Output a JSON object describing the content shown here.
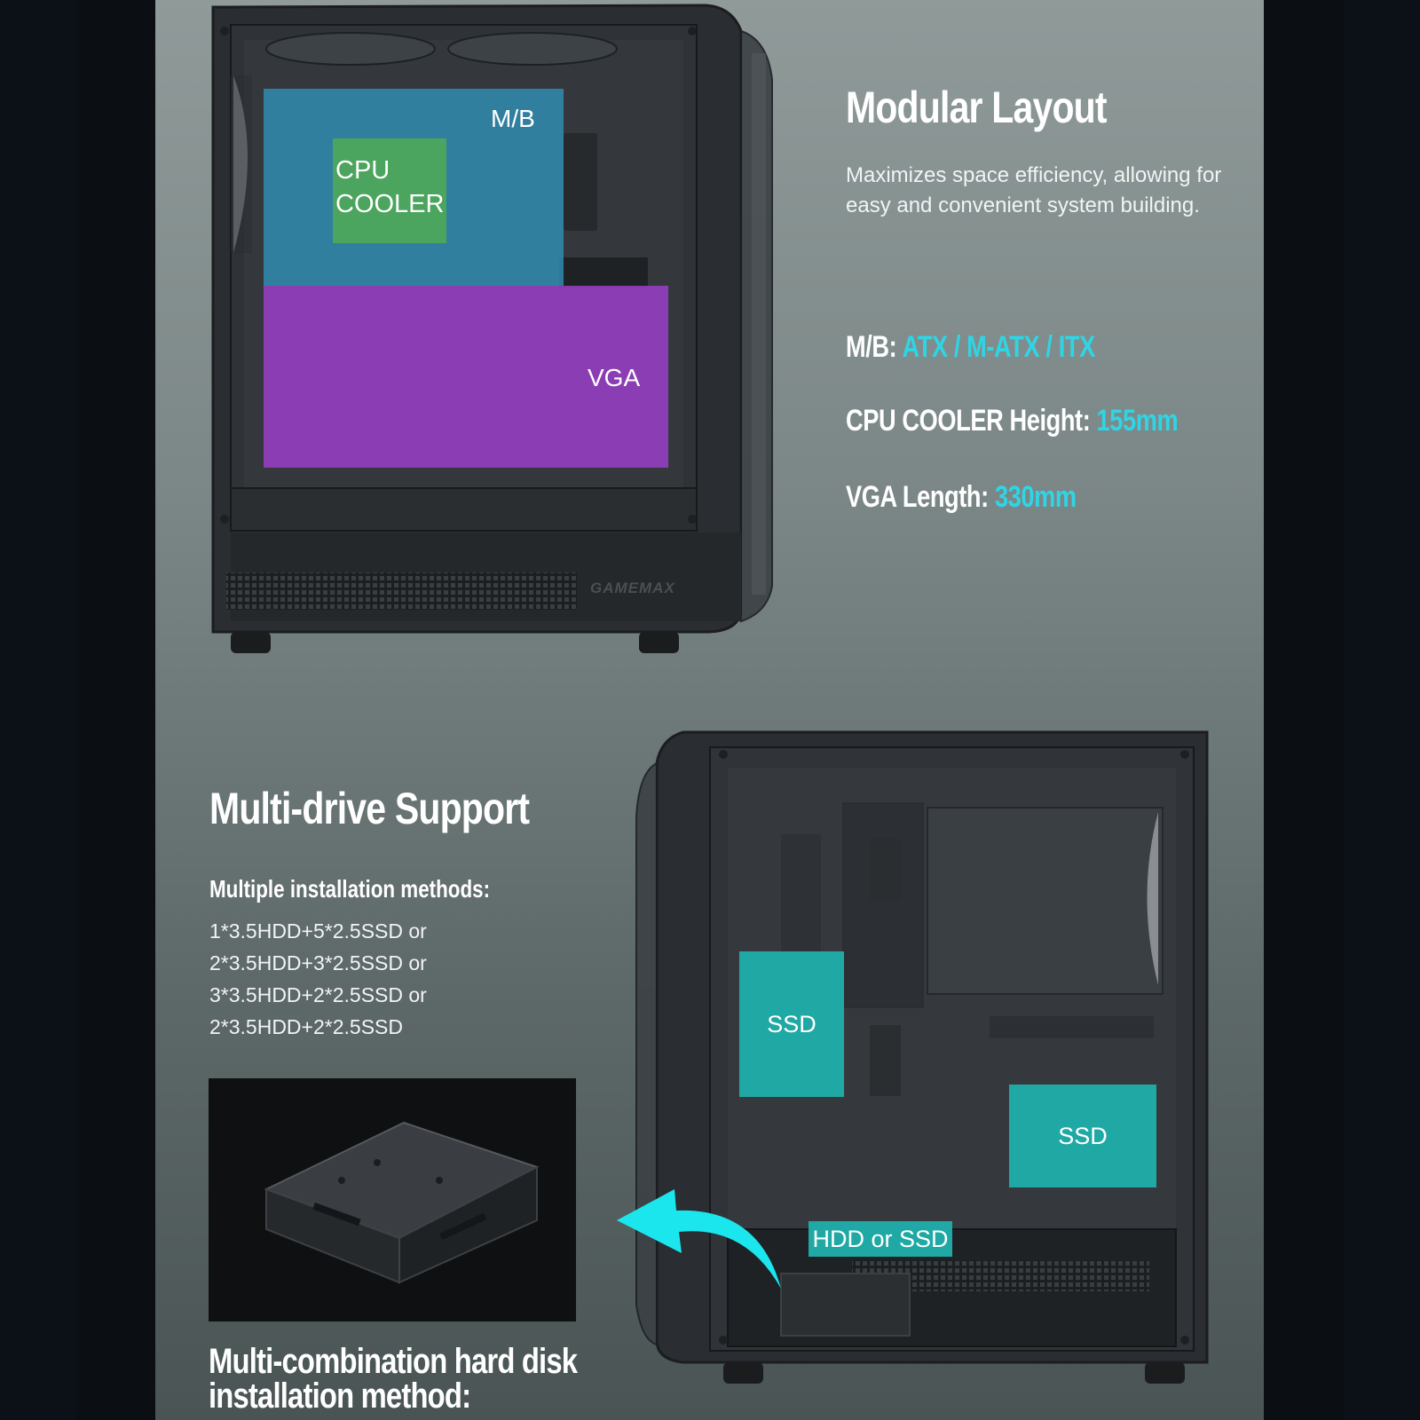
{
  "modular": {
    "title": "Modular Layout",
    "description": "Maximizes space efficiency, allowing for easy and convenient system building.",
    "zones": {
      "mb": "M/B",
      "cpu_line1": "CPU",
      "cpu_line2": "COOLER",
      "vga": "VGA"
    },
    "specs": [
      {
        "label": "M/B: ",
        "value": "ATX / M-ATX / ITX"
      },
      {
        "label": "CPU COOLER Height: ",
        "value": "155mm"
      },
      {
        "label": "VGA Length: ",
        "value": "330mm"
      }
    ],
    "brand": "GAMEMAX"
  },
  "drive": {
    "title": "Multi-drive Support",
    "subtitle": "Multiple installation methods:",
    "methods": "1*3.5HDD+5*2.5SSD or 2*3.5HDD+3*2.5SSD or 3*3.5HDD+2*2.5SSD or 2*3.5HDD+2*2.5SSD",
    "ssd_label_1": "SSD",
    "ssd_label_2": "SSD",
    "bay_label": "HDD or SSD",
    "caption_line1": "Multi-combination hard disk",
    "caption_line2": "installation method:"
  },
  "colors": {
    "accent": "#2fd5e4",
    "mb_zone": "#2f8fb4",
    "cpu_zone": "#4ea85b",
    "vga_zone": "#9b3fc9",
    "ssd_zone": "#20a9a4",
    "arrow": "#1be6ee"
  }
}
